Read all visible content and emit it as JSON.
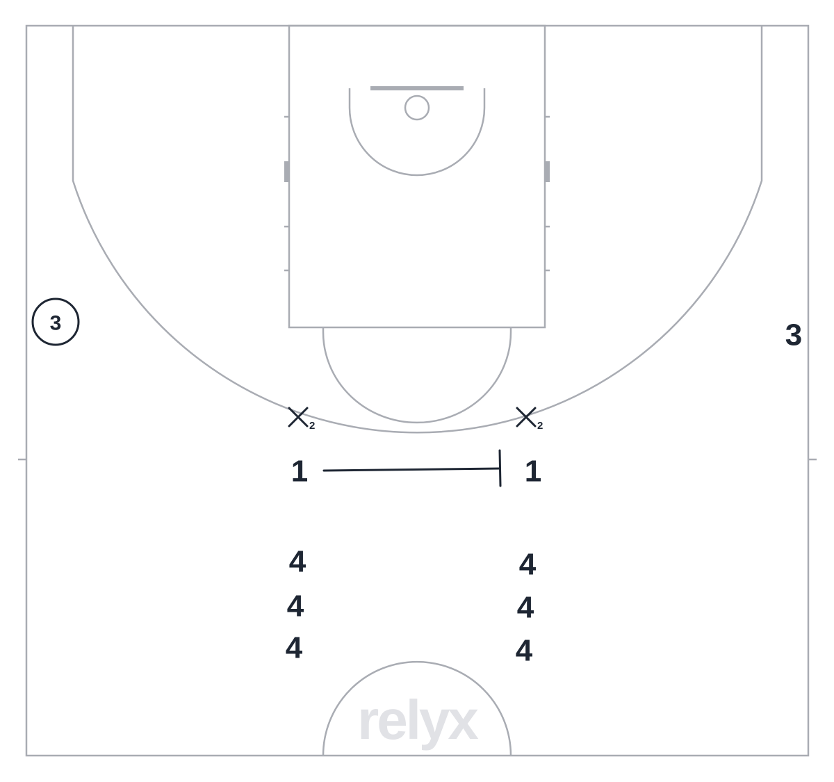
{
  "watermark": "relyx",
  "colors": {
    "court_lines": "#a9acb3",
    "players": "#1e2633",
    "watermark": "#e1e2e6",
    "background": "#ffffff"
  },
  "players": {
    "circled_left": "3",
    "right_wing": "3",
    "top_left": "1",
    "top_right": "1",
    "line_left": [
      "4",
      "4",
      "4"
    ],
    "line_right": [
      "4",
      "4",
      "4"
    ]
  },
  "defenders": {
    "left": {
      "symbol": "X",
      "sub": "2"
    },
    "right": {
      "symbol": "X",
      "sub": "2"
    }
  },
  "icons": {
    "defender": "x-mark-icon",
    "screen": "screen-line-icon"
  }
}
